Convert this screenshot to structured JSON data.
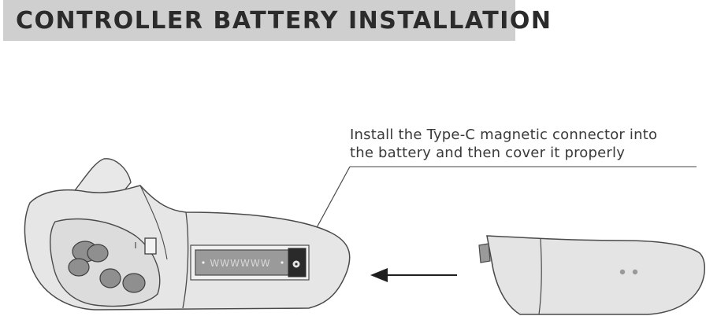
{
  "header": {
    "title": "CONTROLLER BATTERY INSTALLATION"
  },
  "callout": {
    "line1": "Install the Type-C magnetic connector into",
    "line2": "the battery and then cover it properly"
  },
  "battery_label": "WWWWWW",
  "colors": {
    "title_band": "#cfcfcf",
    "body_fill": "#e4e4e4",
    "outline": "#4a4a4a",
    "battery_fill": "#9a9a9a",
    "button_fill": "#8f8f8f"
  }
}
